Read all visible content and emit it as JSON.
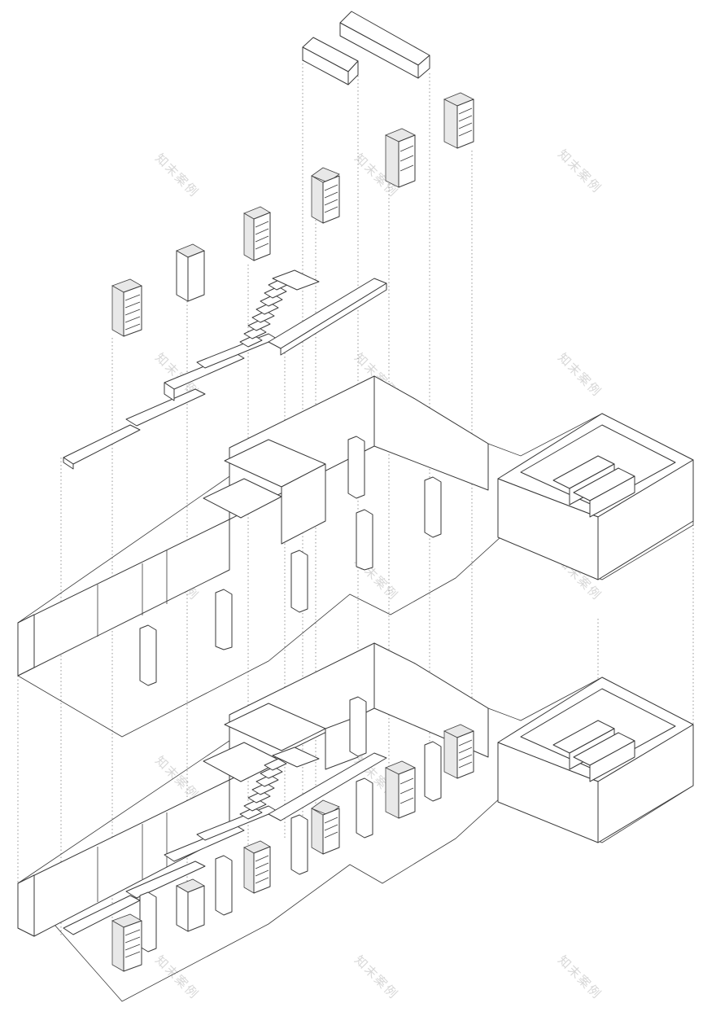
{
  "watermark": {
    "text": "知末案例",
    "color": "#d7d7d7"
  },
  "drawing": {
    "style": "exploded isometric line drawing",
    "line_color": "#3a3a3a",
    "guide_line_style": "dotted",
    "layers": [
      "roof slabs",
      "cabinets",
      "stair and walkway",
      "upper floor",
      "ground floor with cabinets"
    ]
  }
}
